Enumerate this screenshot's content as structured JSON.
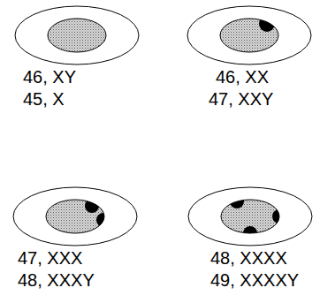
{
  "diagram": {
    "labels": [
      "46, XY",
      "45, X",
      "46, XX",
      "47, XXY",
      "47, XXX",
      "48, XXXY",
      "48, XXXX",
      "49, XXXXY"
    ]
  }
}
